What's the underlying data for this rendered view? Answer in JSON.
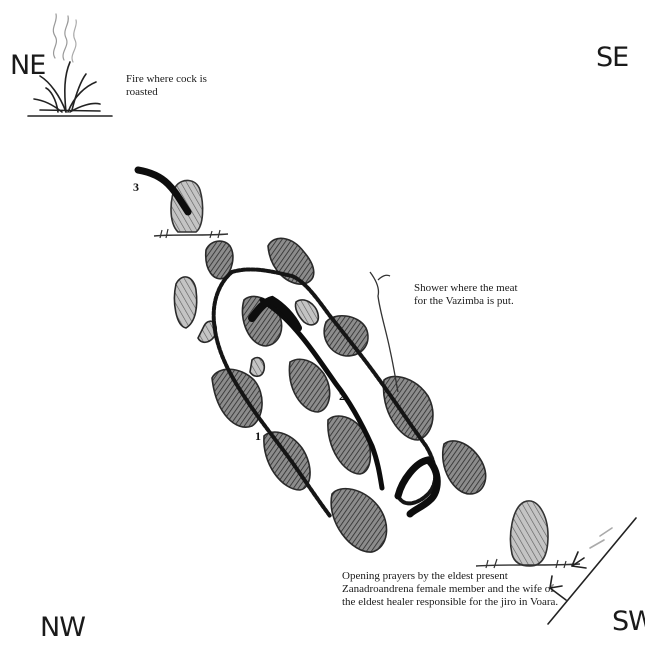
{
  "compass": {
    "ne": "NE",
    "se": "SE",
    "nw": "NW",
    "sw": "SW"
  },
  "notes": {
    "fire": "Fire where cock is roasted",
    "shower": "Shower where the meat for the Vazimba is put.",
    "prayers": "Opening prayers by the eldest present Zanadroandrena female member and the wife of the eldest healer responsible for the jiro in Voara."
  },
  "markers": {
    "one": "1",
    "two": "2",
    "three": "3"
  }
}
